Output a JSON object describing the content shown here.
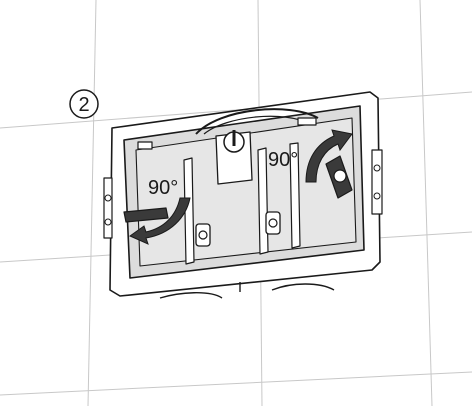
{
  "figure": {
    "step_number": "2",
    "left_rotation_label": "90°",
    "right_rotation_label": "90°"
  },
  "colors": {
    "line": "#1a1a1a",
    "panel_fill": "#dcdcdc",
    "tile_grid": "#c8c8c8",
    "arrow_fill": "#3a3a3a",
    "background": "#ffffff"
  }
}
